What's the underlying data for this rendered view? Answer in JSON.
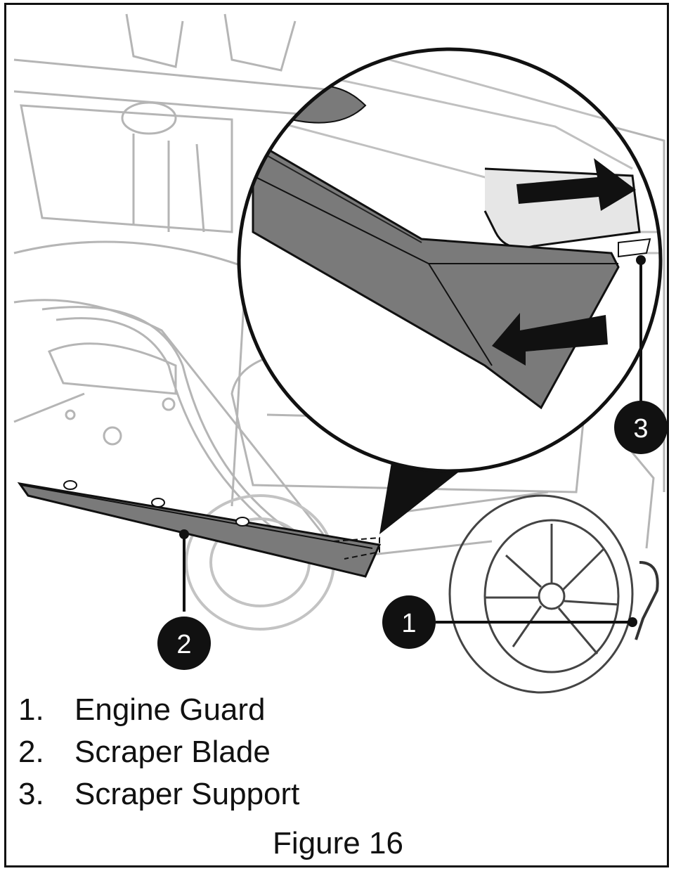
{
  "figure": {
    "caption": "Figure 16",
    "callouts": [
      "1",
      "2",
      "3"
    ],
    "legend": [
      {
        "number": "1.",
        "label": "Engine Guard"
      },
      {
        "number": "2.",
        "label": "Scraper Blade"
      },
      {
        "number": "3.",
        "label": "Scraper Support"
      }
    ]
  },
  "colors": {
    "line": "#111111",
    "fill_gray": "#7a7a7a",
    "fill_light": "#cfcfcf",
    "callout_fill": "#111111"
  }
}
